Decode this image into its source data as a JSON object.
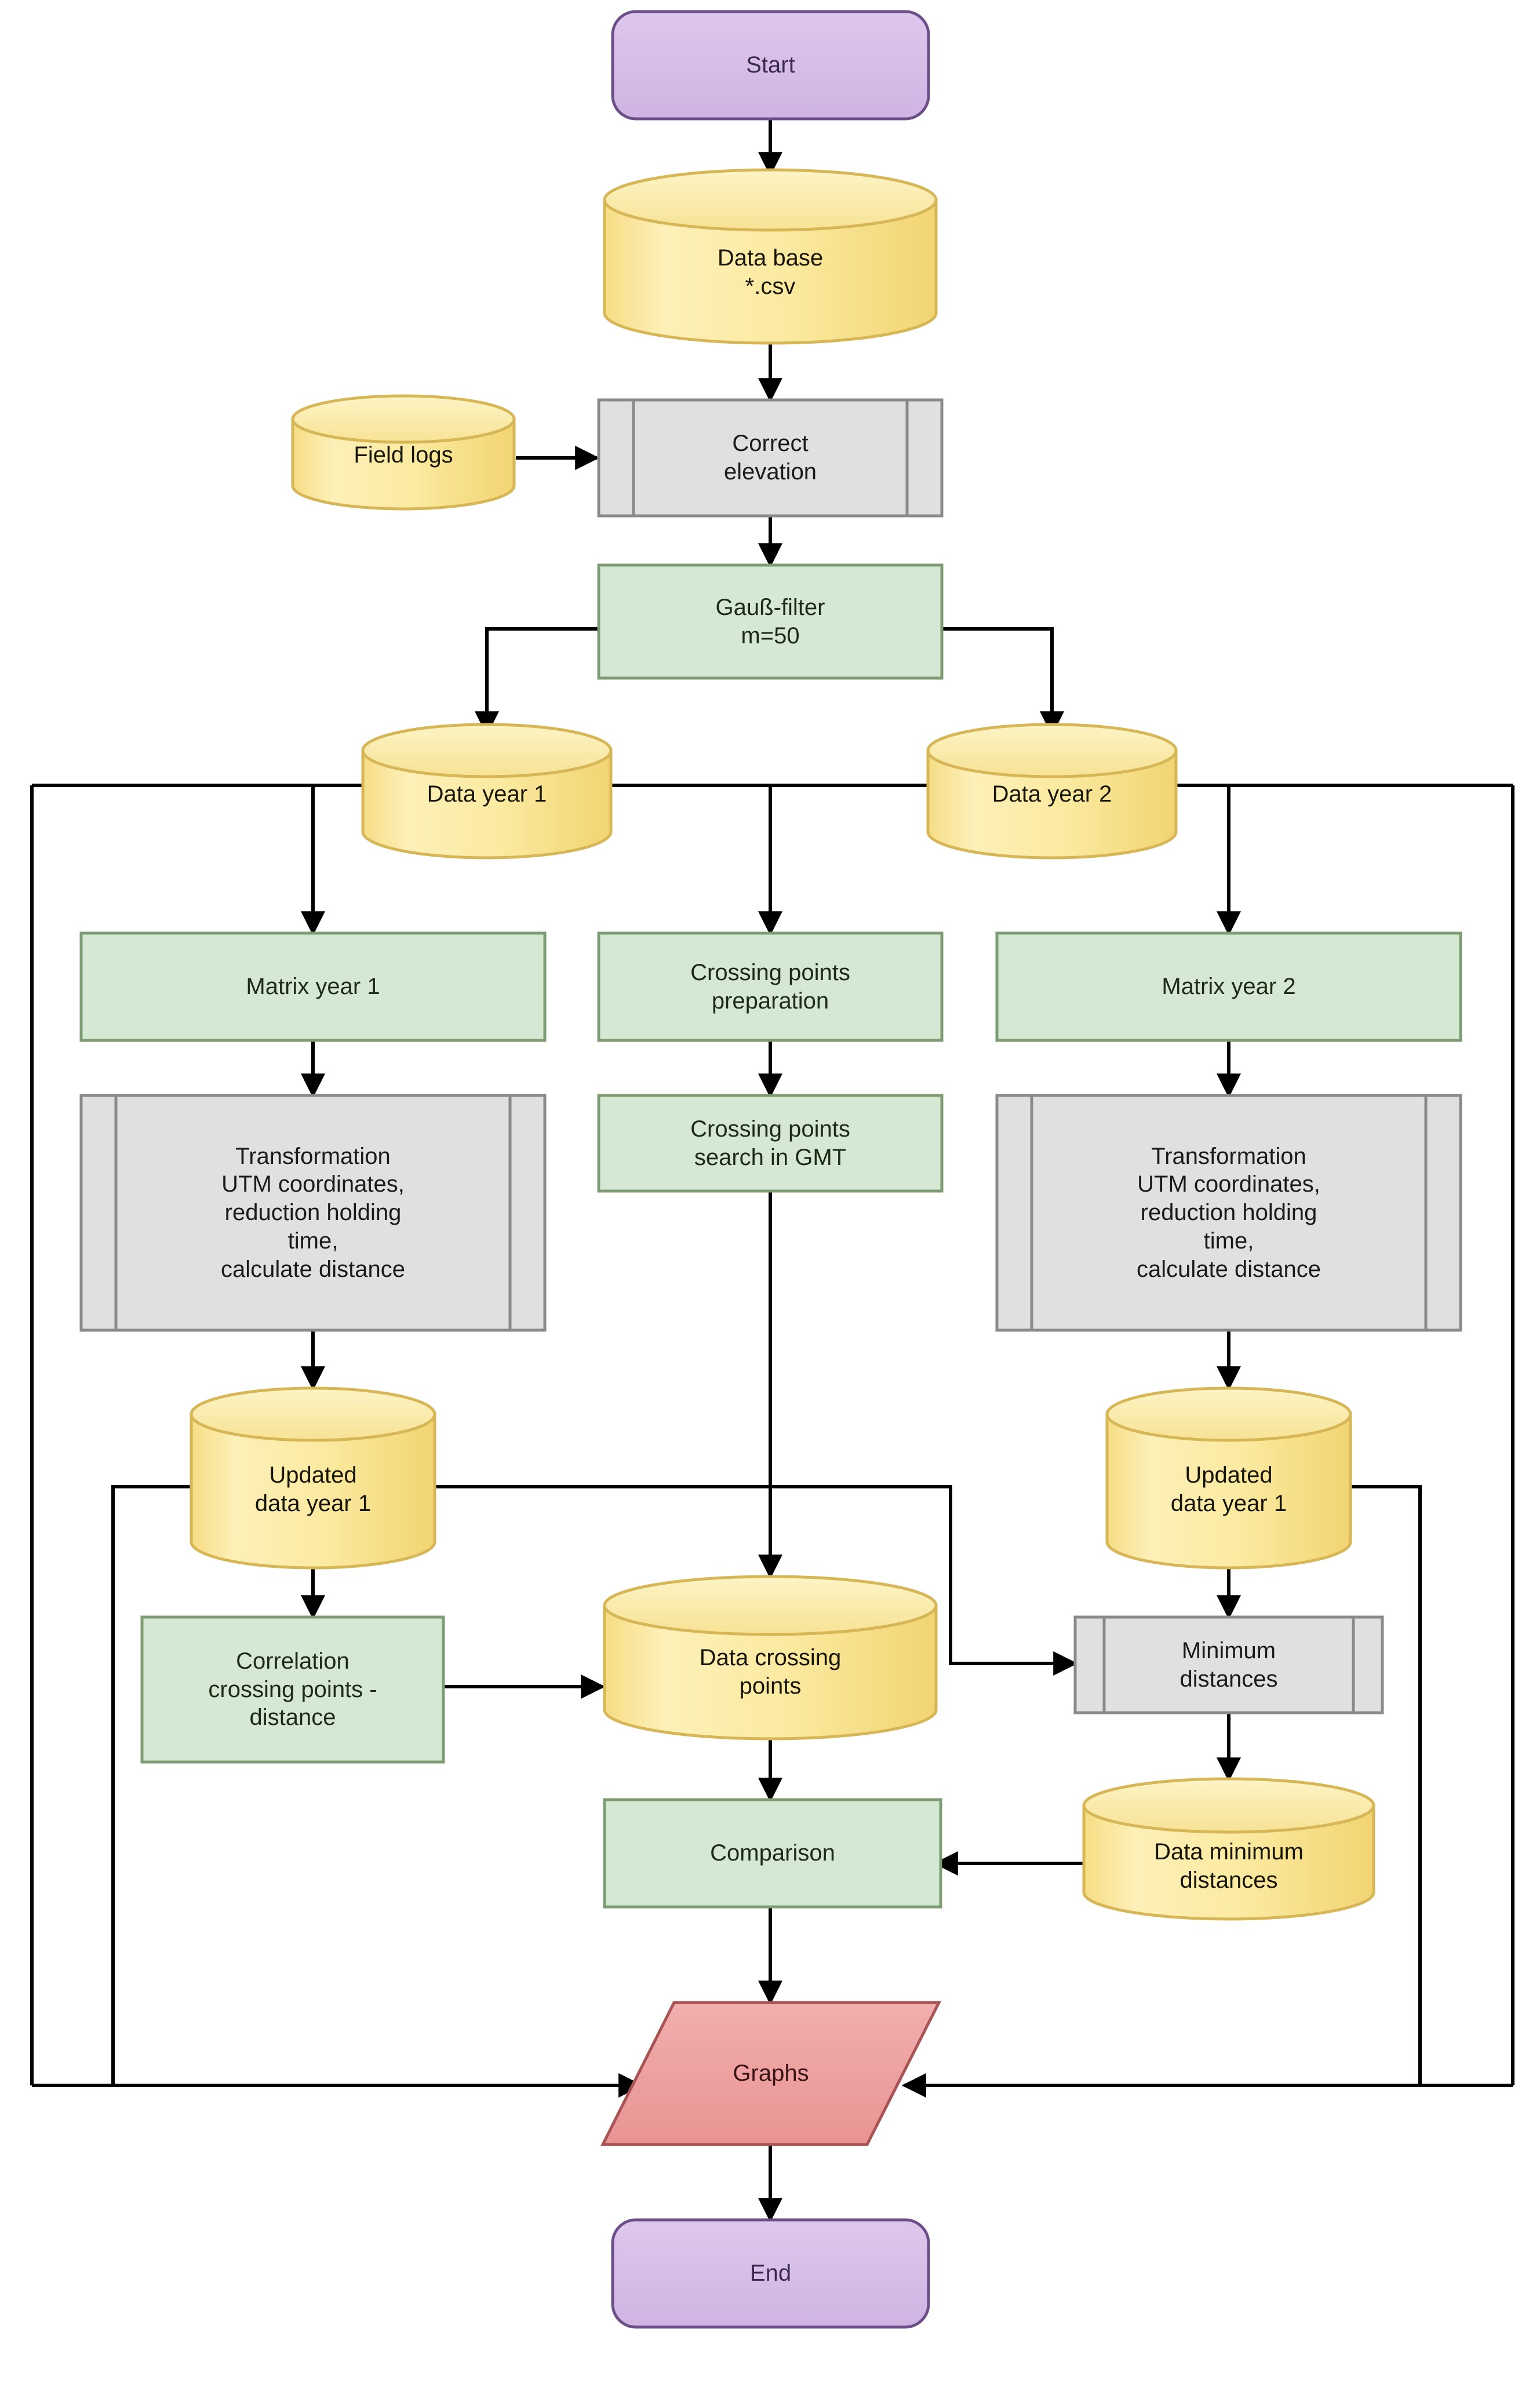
{
  "diagram": {
    "title": "Data processing workflow flowchart",
    "palette": {
      "terminator_fill": "#d9c2e9",
      "terminator_stroke": "#6c4f89",
      "process_fill": "#d5e8d4",
      "process_stroke": "#7d9c74",
      "predefined_fill": "#e0e0e0",
      "predefined_stroke": "#8a8a8a",
      "database_fill": "#fbeaa0",
      "database_stroke": "#d6b656",
      "io_fill": "#efa0a0",
      "io_stroke": "#a85454",
      "connector": "#000000",
      "background": "#ffffff"
    },
    "nodes": [
      {
        "id": "start",
        "label": "Start",
        "shape": "terminator"
      },
      {
        "id": "database",
        "label": "Data base\n*.csv",
        "shape": "database"
      },
      {
        "id": "field_logs",
        "label": "Field logs",
        "shape": "database"
      },
      {
        "id": "correct_elev",
        "label": "Correct\nelevation",
        "shape": "predefined"
      },
      {
        "id": "gauss",
        "label": "Gauß-filter\nm=50",
        "shape": "process"
      },
      {
        "id": "data_y1",
        "label": "Data year 1",
        "shape": "database"
      },
      {
        "id": "data_y2",
        "label": "Data year 2",
        "shape": "database"
      },
      {
        "id": "matrix_y1",
        "label": "Matrix year 1",
        "shape": "process"
      },
      {
        "id": "cross_prep",
        "label": "Crossing points\npreparation",
        "shape": "process"
      },
      {
        "id": "matrix_y2",
        "label": "Matrix year 2",
        "shape": "process"
      },
      {
        "id": "transform_1",
        "label": "Transformation\nUTM coordinates,\nreduction holding\ntime,\ncalculate distance",
        "shape": "predefined"
      },
      {
        "id": "cross_search",
        "label": "Crossing points\nsearch in GMT",
        "shape": "process"
      },
      {
        "id": "transform_2",
        "label": "Transformation\nUTM coordinates,\nreduction holding\ntime,\ncalculate distance",
        "shape": "predefined"
      },
      {
        "id": "updated_left",
        "label": "Updated\ndata year 1",
        "shape": "database"
      },
      {
        "id": "updated_right",
        "label": "Updated\ndata year 1",
        "shape": "database"
      },
      {
        "id": "correlation",
        "label": "Correlation\ncrossing points -\ndistance",
        "shape": "process"
      },
      {
        "id": "data_crossing",
        "label": "Data crossing\npoints",
        "shape": "database"
      },
      {
        "id": "min_distances",
        "label": "Minimum\ndistances",
        "shape": "predefined"
      },
      {
        "id": "comparison",
        "label": "Comparison",
        "shape": "process"
      },
      {
        "id": "data_min_dist",
        "label": "Data minimum\ndistances",
        "shape": "database"
      },
      {
        "id": "graphs",
        "label": "Graphs",
        "shape": "io"
      },
      {
        "id": "end",
        "label": "End",
        "shape": "terminator"
      }
    ],
    "edges": [
      {
        "from": "start",
        "to": "database"
      },
      {
        "from": "database",
        "to": "correct_elev"
      },
      {
        "from": "field_logs",
        "to": "correct_elev"
      },
      {
        "from": "correct_elev",
        "to": "gauss"
      },
      {
        "from": "gauss",
        "to": "data_y1"
      },
      {
        "from": "gauss",
        "to": "data_y2"
      },
      {
        "from": "data_y1",
        "to": "matrix_y1"
      },
      {
        "from": "data_y1",
        "to": "cross_prep"
      },
      {
        "from": "data_y2",
        "to": "matrix_y2"
      },
      {
        "from": "data_y1",
        "to": "graphs"
      },
      {
        "from": "data_y2",
        "to": "graphs"
      },
      {
        "from": "matrix_y1",
        "to": "transform_1"
      },
      {
        "from": "cross_prep",
        "to": "cross_search"
      },
      {
        "from": "matrix_y2",
        "to": "transform_2"
      },
      {
        "from": "transform_1",
        "to": "updated_left"
      },
      {
        "from": "cross_search",
        "to": "data_crossing"
      },
      {
        "from": "transform_2",
        "to": "updated_right"
      },
      {
        "from": "updated_left",
        "to": "correlation"
      },
      {
        "from": "updated_left",
        "to": "min_distances"
      },
      {
        "from": "updated_left",
        "to": "graphs"
      },
      {
        "from": "updated_right",
        "to": "min_distances"
      },
      {
        "from": "updated_right",
        "to": "graphs"
      },
      {
        "from": "correlation",
        "to": "data_crossing"
      },
      {
        "from": "data_crossing",
        "to": "comparison"
      },
      {
        "from": "min_distances",
        "to": "data_min_dist"
      },
      {
        "from": "data_min_dist",
        "to": "comparison"
      },
      {
        "from": "comparison",
        "to": "graphs"
      },
      {
        "from": "graphs",
        "to": "end"
      }
    ]
  }
}
